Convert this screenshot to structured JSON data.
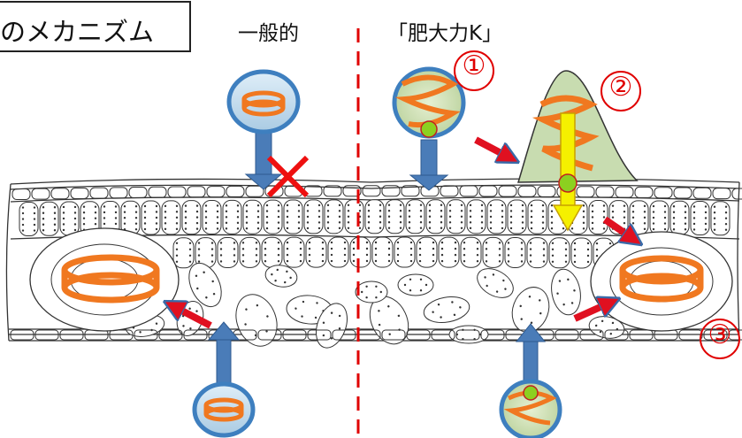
{
  "title": "のメカニズム",
  "headings": {
    "left": "一般的",
    "right": "「肥大力K」"
  },
  "markers": [
    "①",
    "②",
    "③"
  ],
  "colors": {
    "cell_outline": "#333333",
    "magnifier_fill": "#c5dfef",
    "magnifier_border": "#3e7fbf",
    "arrow_blue": "#4a7cb8",
    "arrow_red": "#e01020",
    "arrow_yellow": "#f5f000",
    "spiral_orange": "#f07820",
    "dome_green": "#c8dcb0",
    "node_green": "#8cd020",
    "divider_red": "#e00000"
  },
  "icons": [
    "magnifier-icon",
    "spiral-icon",
    "ring-icon",
    "cross-icon"
  ]
}
